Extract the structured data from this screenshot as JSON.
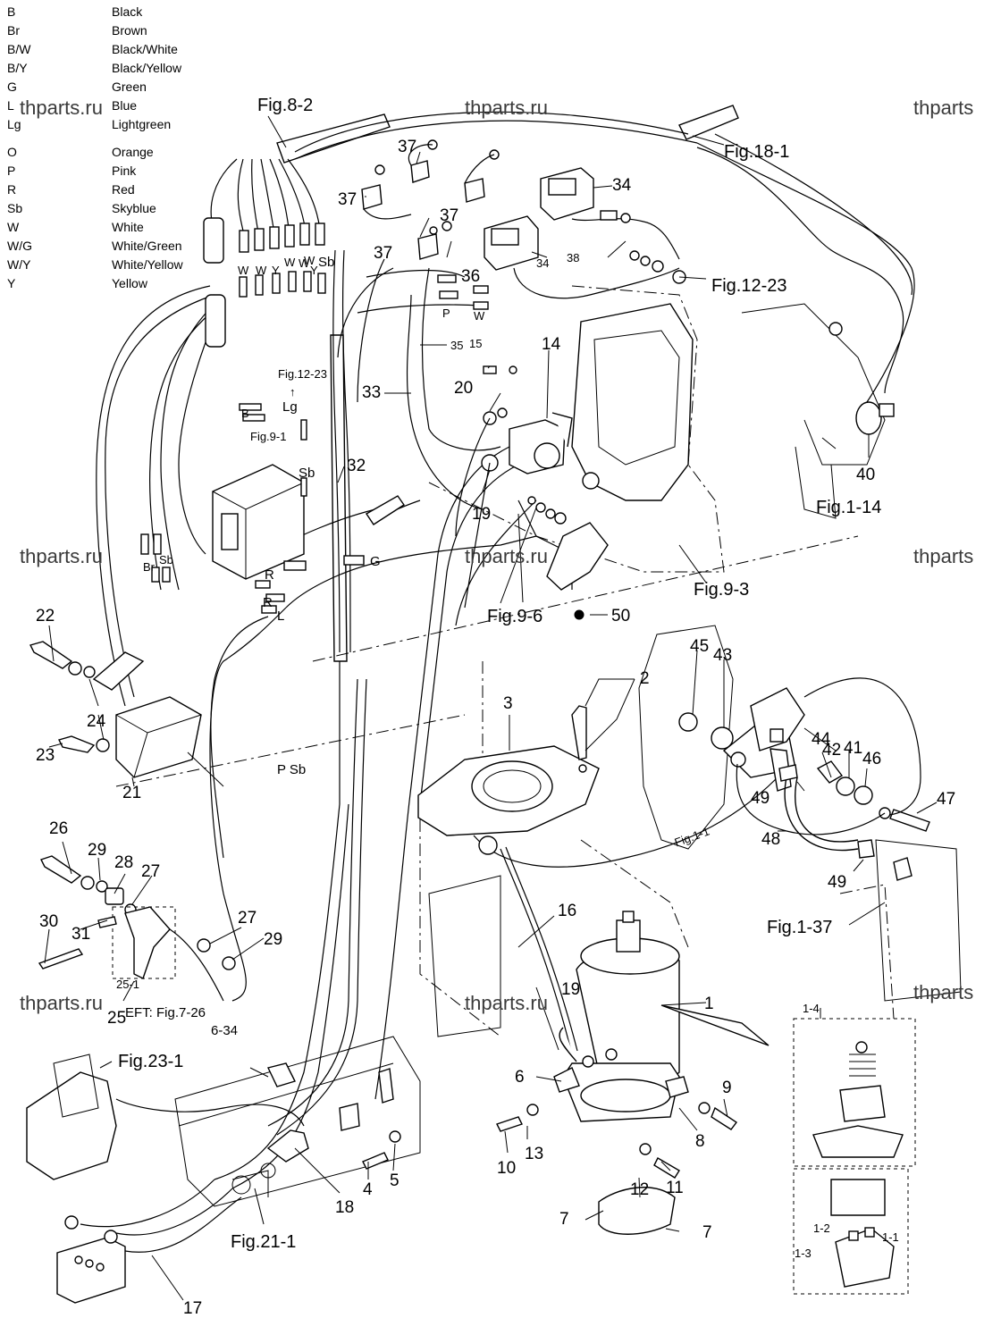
{
  "legend": [
    {
      "code": "B",
      "color": "Black"
    },
    {
      "code": "Br",
      "color": "Brown"
    },
    {
      "code": "B/W",
      "color": "Black/White"
    },
    {
      "code": "B/Y",
      "color": "Black/Yellow"
    },
    {
      "code": "G",
      "color": "Green"
    },
    {
      "code": "L",
      "color": "Blue"
    },
    {
      "code": "Lg",
      "color": "Lightgreen"
    },
    {
      "code": "O",
      "color": "Orange"
    },
    {
      "code": "P",
      "color": "Pink"
    },
    {
      "code": "R",
      "color": "Red"
    },
    {
      "code": "Sb",
      "color": "Skyblue"
    },
    {
      "code": "W",
      "color": "White"
    },
    {
      "code": "W/G",
      "color": "White/Green"
    },
    {
      "code": "W/Y",
      "color": "White/Yellow"
    },
    {
      "code": "Y",
      "color": "Yellow"
    }
  ],
  "watermark": "thparts.ru",
  "watermark_short": "thparts",
  "figure_refs": {
    "fig8_2": "Fig.8-2",
    "fig18_1": "Fig.18-1",
    "fig12_23": "Fig.12-23",
    "fig12_23_small": "Fig.12-23",
    "fig9_1": "Fig.9-1",
    "fig1_14": "Fig.1-14",
    "fig9_3": "Fig.9-3",
    "fig9_6": "Fig.9-6",
    "fig1_1": "Fig.1-1",
    "fig1_37": "Fig.1-37",
    "fig23_1": "Fig.23-1",
    "fig21_1": "Fig.21-1",
    "eft": "EFT: Fig.7-26",
    "eft2": "6-34"
  },
  "part_numbers": {
    "p1": "1",
    "p2": "2",
    "p3": "3",
    "p4": "4",
    "p5": "5",
    "p6": "6",
    "p7a": "7",
    "p7b": "7",
    "p8": "8",
    "p9": "9",
    "p10": "10",
    "p11": "11",
    "p12": "12",
    "p13": "13",
    "p14": "14",
    "p15": "15",
    "p16": "16",
    "p17": "17",
    "p18": "18",
    "p19a": "19",
    "p19b": "19",
    "p20": "20",
    "p21": "21",
    "p22": "22",
    "p23": "23",
    "p24": "24",
    "p25": "25",
    "p25_1": "25-1",
    "p26": "26",
    "p27a": "27",
    "p27b": "27",
    "p28": "28",
    "p29a": "29",
    "p29b": "29",
    "p30": "30",
    "p31": "31",
    "p32": "32",
    "p33": "33",
    "p34a": "34",
    "p34b": "34",
    "p35": "35",
    "p36": "36",
    "p37a": "37",
    "p37b": "37",
    "p37c": "37",
    "p37d": "37",
    "p38": "38",
    "p40": "40",
    "p41": "41",
    "p42": "42",
    "p43": "43",
    "p44": "44",
    "p45": "45",
    "p46": "46",
    "p47": "47",
    "p48": "48",
    "p49a": "49",
    "p49b": "49",
    "p50": "50",
    "d1_1": "1-1",
    "d1_2": "1-2",
    "d1_3": "1-3",
    "d1_4": "1-4"
  },
  "wire_tags": {
    "w1": "W",
    "w2": "W",
    "w3": "Y",
    "w4": "W",
    "w5": "W",
    "w6": "Y",
    "sb1": "Sb",
    "p1": "P",
    "w7": "W",
    "lg": "Lg",
    "sb2": "Sb",
    "br": "Br",
    "sb3": "Sb",
    "r1": "R",
    "r2": "R",
    "l1": "L",
    "g1": "G",
    "psb": "P  Sb",
    "w8": "W",
    "b1": "B"
  }
}
